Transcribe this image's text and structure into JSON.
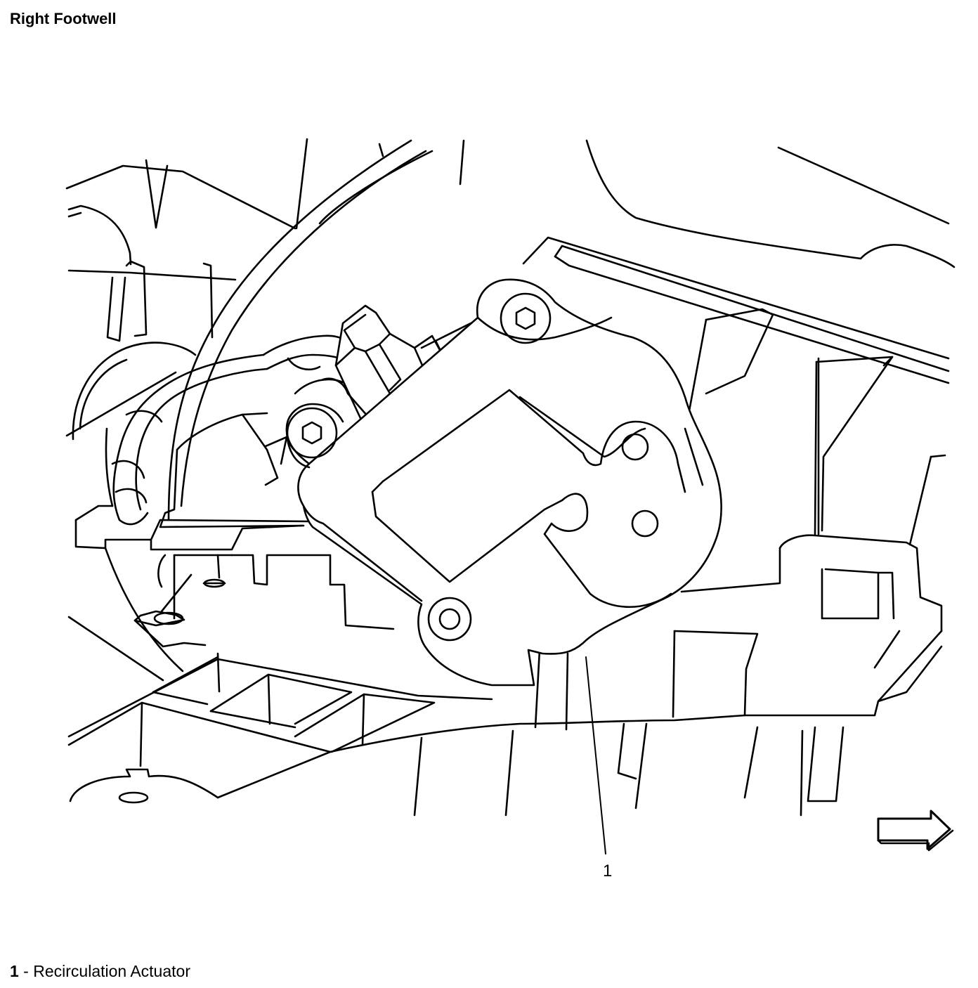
{
  "title": "Right Footwell",
  "callouts": [
    {
      "number": "1"
    }
  ],
  "legend": [
    {
      "number": "1",
      "separator": " - ",
      "label": "Recirculation Actuator"
    }
  ],
  "icons": {
    "orientation_arrow": "right-arrow-icon"
  }
}
